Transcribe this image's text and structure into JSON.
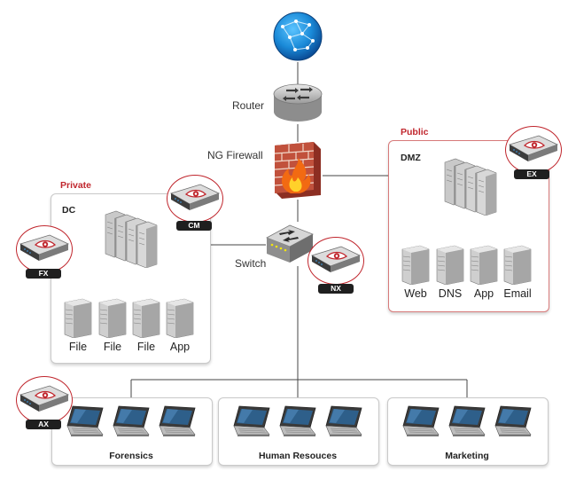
{
  "labels": {
    "router": "Router",
    "firewall": "NG Firewall",
    "switch": "Switch"
  },
  "sections": {
    "public": "Public",
    "private": "Private"
  },
  "zones": {
    "dmz": {
      "title": "DMZ",
      "servers": [
        "Web",
        "DNS",
        "App",
        "Email"
      ],
      "appliance": "EX"
    },
    "dc": {
      "title": "DC",
      "servers": [
        "File",
        "File",
        "File",
        "App"
      ],
      "appliance": "CM"
    }
  },
  "appliances": {
    "fx": "FX",
    "nx": "NX",
    "ax": "AX"
  },
  "groups": [
    "Forensics",
    "Human Resouces",
    "Marketing"
  ],
  "colors": {
    "accent_red": "#c0262d",
    "appliance_eye": "#c0262d",
    "globe_blue": "#1a8ad8"
  },
  "icons": {
    "internet": "globe-icon",
    "router": "router-icon",
    "firewall": "firewall-icon",
    "switch": "switch-icon",
    "server": "server-icon",
    "server_rack": "server-rack-icon",
    "laptop": "laptop-icon",
    "appliance": "security-appliance-icon"
  }
}
